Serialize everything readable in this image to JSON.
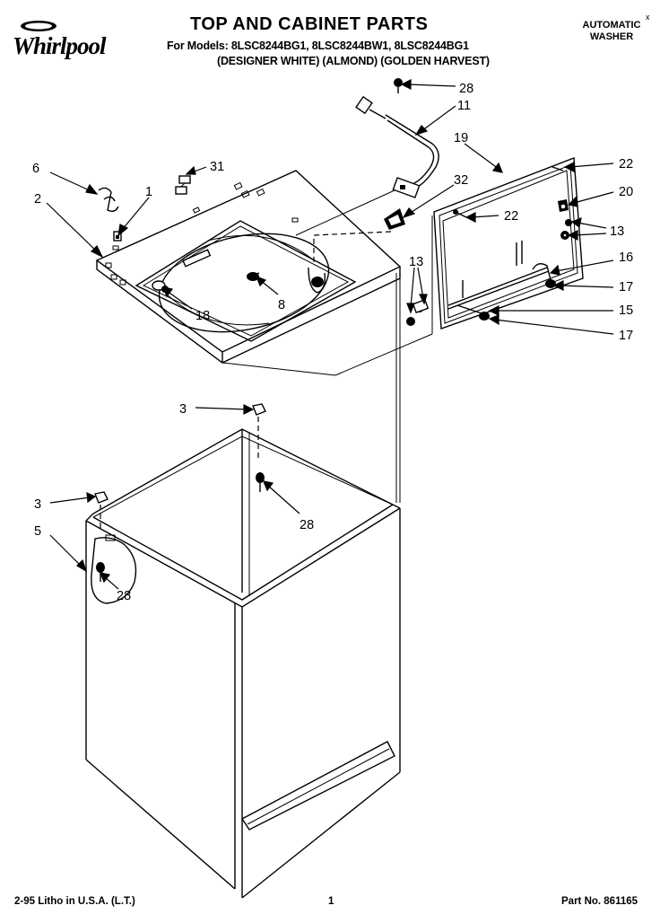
{
  "header": {
    "brand": "Whirlpool",
    "title": "TOP AND CABINET PARTS",
    "models_line": "For Models: 8LSC8244BG1, 8LSC8244BW1, 8LSC8244BG1",
    "colors_line": "(DESIGNER WHITE) (ALMOND) (GOLDEN HARVEST)",
    "product_line1": "AUTOMATIC",
    "product_line2": "WASHER",
    "corner_mark": "x"
  },
  "footer": {
    "litho": "2-95 Litho in U.S.A. (L.T.)",
    "page": "1",
    "part_no": "Part No. 861165"
  },
  "callouts": {
    "c1": "1",
    "c2": "2",
    "c3a": "3",
    "c3b": "3",
    "c5": "5",
    "c6": "6",
    "c8": "8",
    "c11": "11",
    "c13a": "13",
    "c13b": "13",
    "c15": "15",
    "c16": "16",
    "c17a": "17",
    "c17b": "17",
    "c18": "18",
    "c19": "19",
    "c20": "20",
    "c22a": "22",
    "c22b": "22",
    "c28a": "28",
    "c28b": "28",
    "c28c": "28",
    "c31": "31",
    "c32": "32"
  }
}
